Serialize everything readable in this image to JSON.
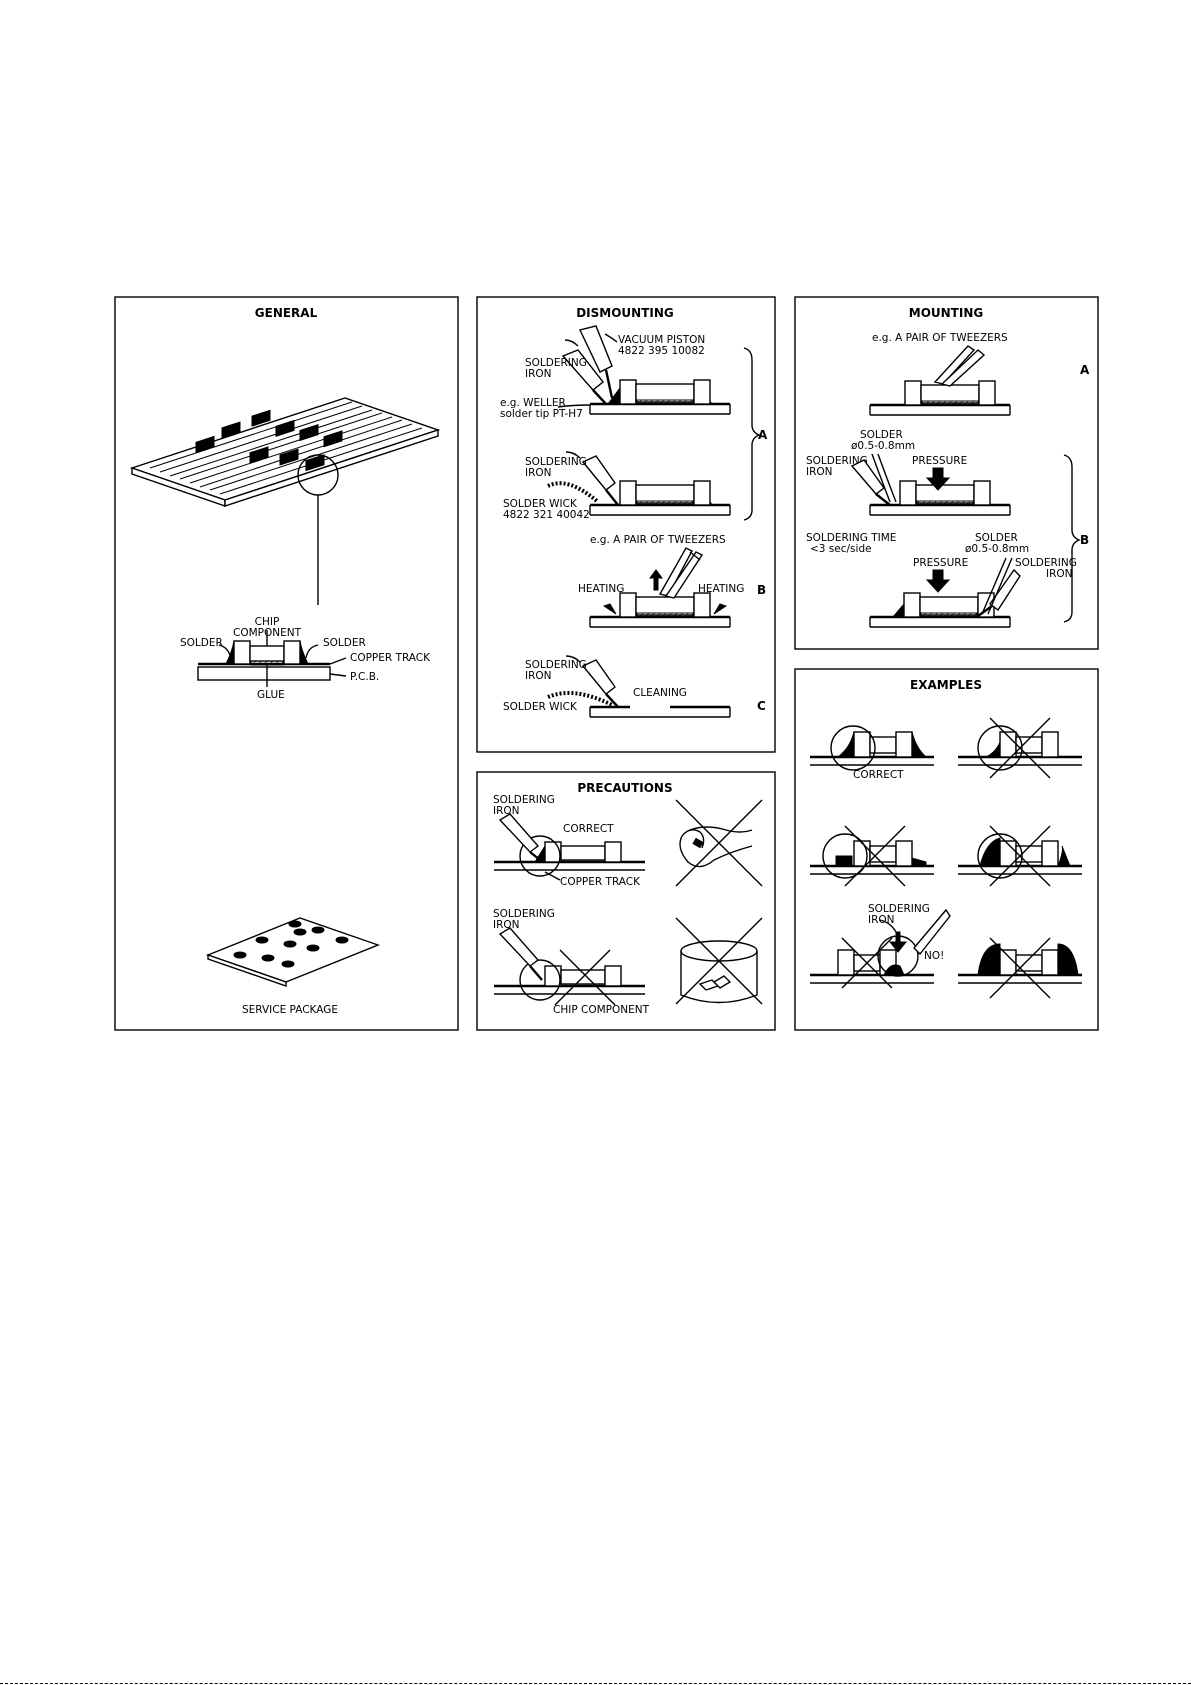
{
  "general": {
    "title": "GENERAL",
    "chip": "CHIP",
    "component": "COMPONENT",
    "solder_left": "SOLDER",
    "solder_right": "SOLDER",
    "copper_track": "COPPER TRACK",
    "pcb": "P.C.B.",
    "glue": "GLUE",
    "service_package": "SERVICE PACKAGE"
  },
  "dismounting": {
    "title": "DISMOUNTING",
    "vacuum_piston": "VACUUM PISTON",
    "vacuum_code": "4822 395 10082",
    "iron1_a": "SOLDERING",
    "iron1_b": "IRON",
    "weller_a": "e.g. WELLER",
    "weller_b": "solder tip PT-H7",
    "iron2_a": "SOLDERING",
    "iron2_b": "IRON",
    "wick": "SOLDER WICK",
    "wick_code": "4822 321 40042",
    "tweezers": "e.g. A PAIR OF TWEEZERS",
    "heating_left": "HEATING",
    "heating_right": "HEATING",
    "iron3_a": "SOLDERING",
    "iron3_b": "IRON",
    "cleaning": "CLEANING",
    "wick2": "SOLDER WICK",
    "label_a": "A",
    "label_b": "B",
    "label_c": "C"
  },
  "mounting": {
    "title": "MOUNTING",
    "tweezers": "e.g. A PAIR OF TWEEZERS",
    "label_a": "A",
    "solder1": "SOLDER",
    "solder1_size": "ø0.5-0.8mm",
    "iron1_a": "SOLDERING",
    "iron1_b": "IRON",
    "pressure1": "PRESSURE",
    "time_a": "SOLDERING TIME",
    "time_b": "<3 sec/side",
    "solder2": "SOLDER",
    "solder2_size": "ø0.5-0.8mm",
    "pressure2": "PRESSURE",
    "iron2_a": "SOLDERING",
    "iron2_b": "IRON",
    "label_b": "B"
  },
  "precautions": {
    "title": "PRECAUTIONS",
    "iron1_a": "SOLDERING",
    "iron1_b": "IRON",
    "correct": "CORRECT",
    "copper_track": "COPPER TRACK",
    "iron2_a": "SOLDERING",
    "iron2_b": "IRON",
    "chip_component": "CHIP COMPONENT"
  },
  "examples": {
    "title": "EXAMPLES",
    "correct": "CORRECT",
    "iron_a": "SOLDERING",
    "iron_b": "IRON",
    "no": "NO!"
  }
}
